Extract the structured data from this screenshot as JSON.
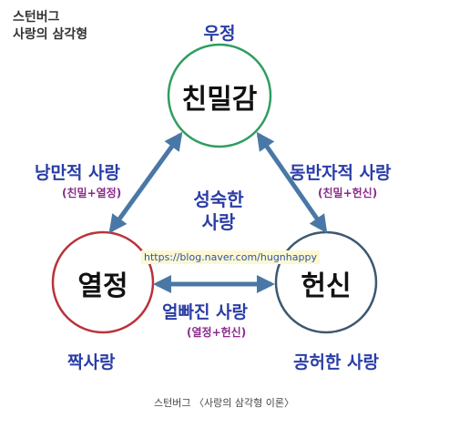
{
  "header": {
    "line1": "스턴버그",
    "line2": "사랑의 삼각형"
  },
  "nodes": {
    "intimacy": {
      "label": "친밀감",
      "tag": "우정"
    },
    "passion": {
      "label": "열정",
      "tag": "짝사랑"
    },
    "commitment": {
      "label": "헌신",
      "tag": "공허한 사랑"
    }
  },
  "edges": {
    "romantic": {
      "label": "낭만적 사랑",
      "sub": "(친밀+열정)"
    },
    "companionate": {
      "label": "동반자적 사랑",
      "sub": "(친밀+헌신)"
    },
    "fatuous": {
      "label": "얼빠진 사랑",
      "sub": "(열정+헌신)"
    }
  },
  "center": {
    "line1": "성숙한",
    "line2": "사랑"
  },
  "watermark": "https://blog.naver.com/hugnhappy",
  "caption": "스턴버그 〈사랑의 삼각형 이론〉",
  "colors": {
    "intimacy_ring": "#2e9e5f",
    "passion_ring": "#b8333a",
    "commitment_ring": "#3c5870",
    "arrow": "#4a78a6",
    "blue_text": "#2a3da6",
    "purple_text": "#8a2a8a"
  }
}
